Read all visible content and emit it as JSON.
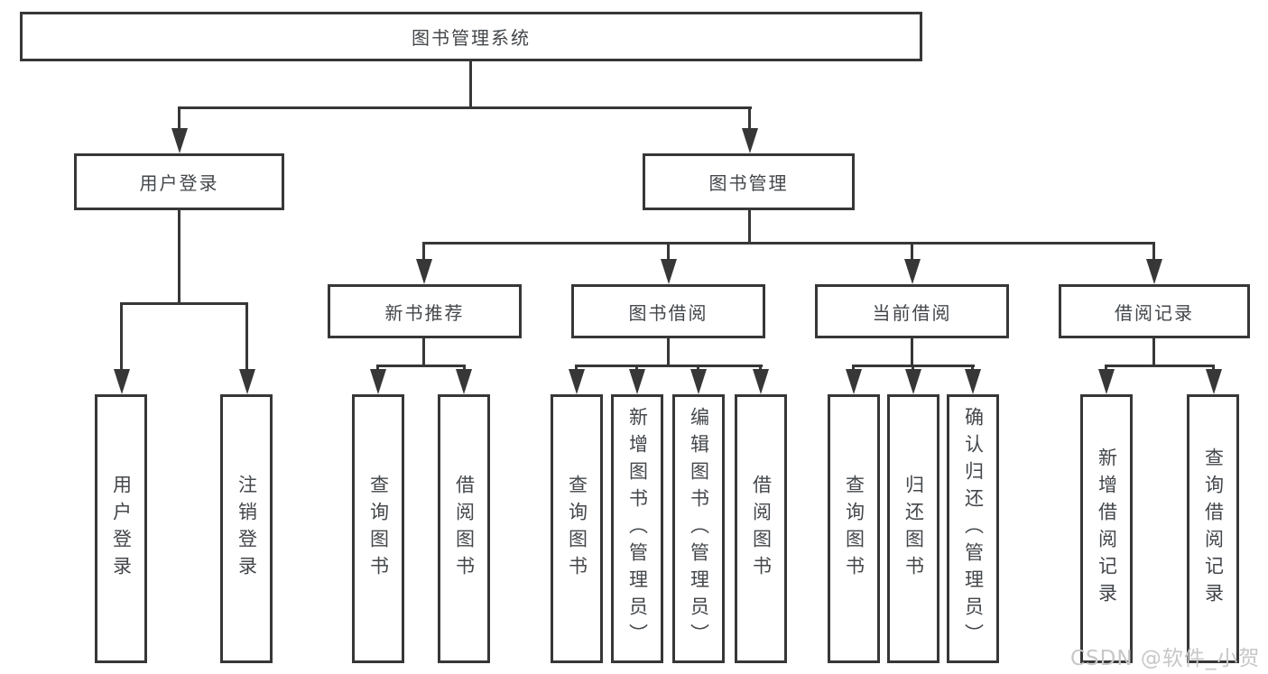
{
  "tree": {
    "root": {
      "label": "图书管理系统",
      "children": [
        {
          "label": "用户登录",
          "children": [
            {
              "label": "用户登录"
            },
            {
              "label": "注销登录"
            }
          ]
        },
        {
          "label": "图书管理",
          "children": [
            {
              "label": "新书推荐",
              "children": [
                {
                  "label": "查询图书"
                },
                {
                  "label": "借阅图书"
                }
              ]
            },
            {
              "label": "图书借阅",
              "children": [
                {
                  "label": "查询图书"
                },
                {
                  "label": "新增图书（管理员）"
                },
                {
                  "label": "编辑图书（管理员）"
                },
                {
                  "label": "借阅图书"
                }
              ]
            },
            {
              "label": "当前借阅",
              "children": [
                {
                  "label": "查询图书"
                },
                {
                  "label": "归还图书"
                },
                {
                  "label": "确认归还（管理员）"
                }
              ]
            },
            {
              "label": "借阅记录",
              "children": [
                {
                  "label": "新增借阅记录"
                },
                {
                  "label": "查询借阅记录"
                }
              ]
            }
          ]
        }
      ]
    }
  },
  "watermark": "CSDN @软件_小贺同学",
  "colors": {
    "line": "#373737",
    "text": "#43474b",
    "watermark": "#c7c7c7",
    "background": "#ffffff"
  }
}
